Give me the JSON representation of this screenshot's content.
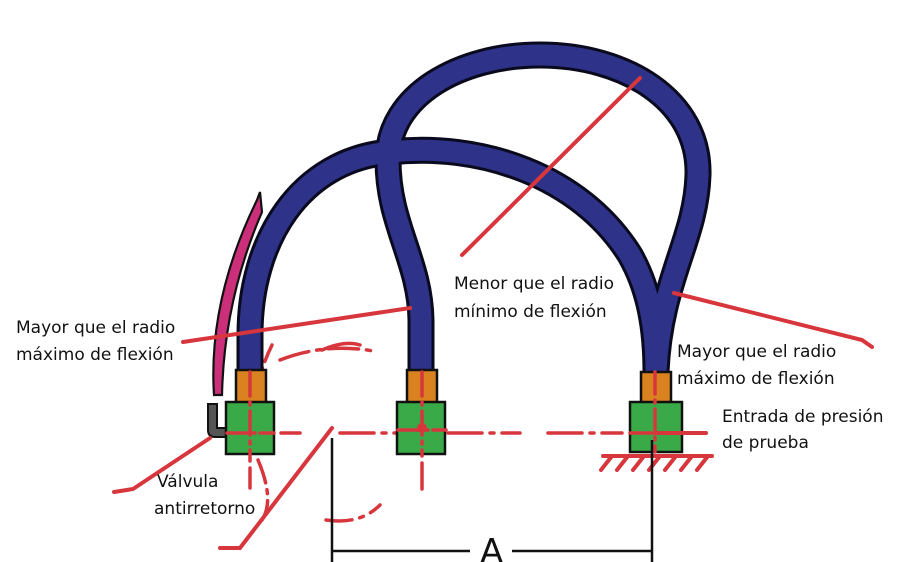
{
  "colors": {
    "hose_fill": "#2e3288",
    "hose_outline": "#0a0a1e",
    "callout": "#d8363d",
    "fitting": "#d9821f",
    "block": "#3aaa48",
    "valve_tube": "#cc2f7a",
    "valve_elbow": "#555555",
    "ink": "#111111"
  },
  "labels": {
    "left_hose_line1": "Mayor que el radio",
    "left_hose_line2": "máximo de flexión",
    "middle_hose_line1": "Menor que el radio",
    "middle_hose_line2": "mínimo de flexión",
    "right_hose_line1": "Mayor que el radio",
    "right_hose_line2": "máximo de flexión",
    "valve_line1": "Válvula",
    "valve_line2": "antirretorno",
    "inlet_line1": "Entrada de presión",
    "inlet_line2": "de prueba",
    "dimension": "A"
  }
}
